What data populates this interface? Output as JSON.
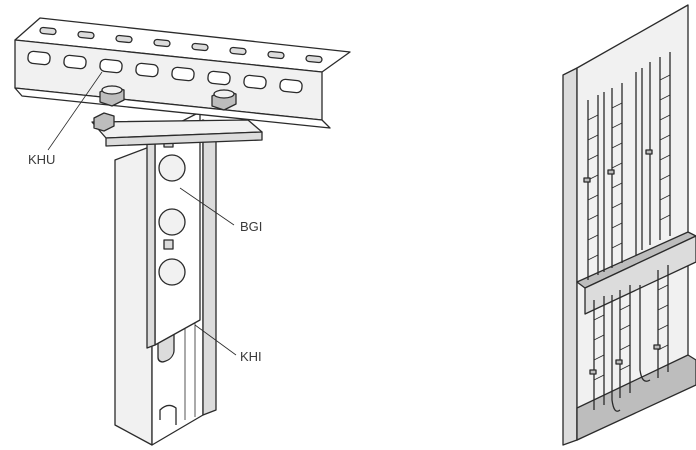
{
  "labels": {
    "khu": "KHU",
    "bgi": "BGI",
    "khi": "KHI"
  }
}
